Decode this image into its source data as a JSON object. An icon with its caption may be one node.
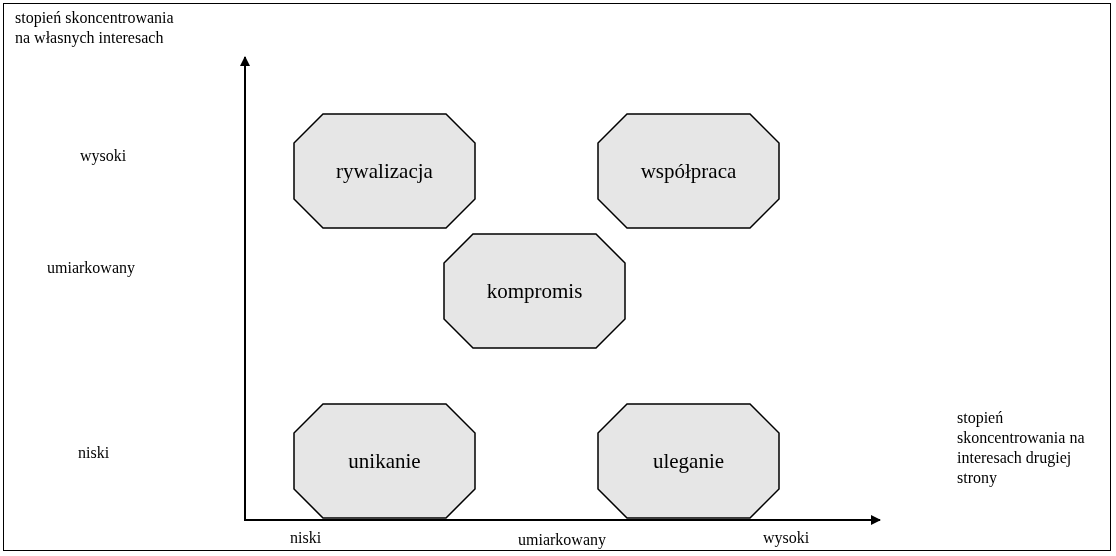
{
  "diagram": {
    "nodes": [
      {
        "text": [
          "rywalizacja"
        ]
      },
      {
        "text": [
          "współpraca"
        ]
      },
      {
        "text": [
          "kompromis"
        ]
      },
      {
        "text": [
          "unikanie"
        ]
      },
      {
        "text": [
          "uleganie"
        ]
      }
    ],
    "labels": [
      "stopień skoncentrowania na własnych interesach",
      "wysoki",
      "umiarkowany",
      "niski",
      "stopień skoncentrowania na interesach drugiej strony",
      "niski",
      "umiarkowany",
      "wysoki"
    ]
  }
}
